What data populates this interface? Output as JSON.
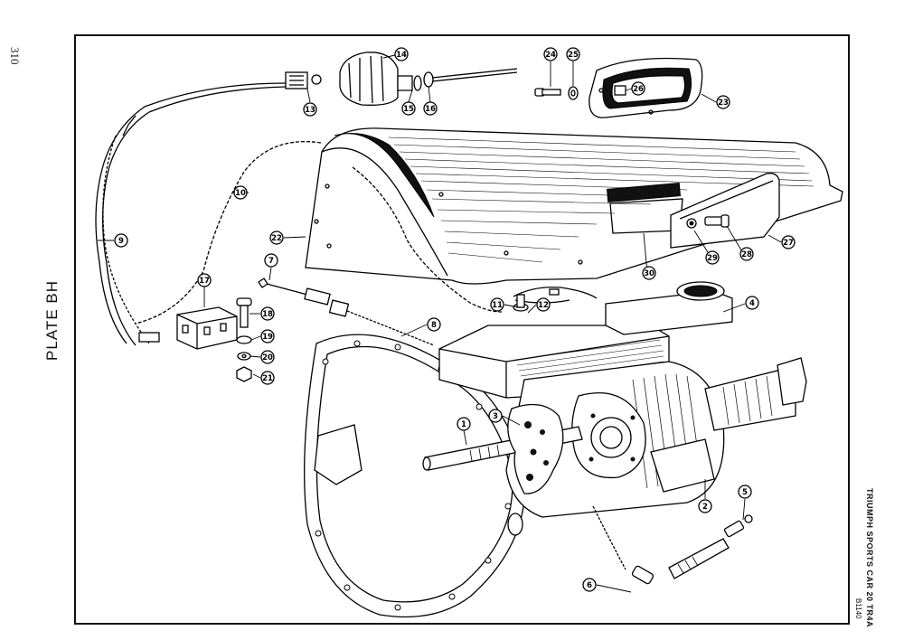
{
  "page": {
    "page_number": "310",
    "plate_title": "PLATE BH",
    "book_title": "TRIUMPH SPORTS CAR 20 TR4A",
    "ref_code": "B1140"
  },
  "callouts": [
    "1",
    "2",
    "3",
    "4",
    "5",
    "6",
    "7",
    "8",
    "9",
    "10",
    "11",
    "12",
    "13",
    "14",
    "15",
    "16",
    "17",
    "18",
    "19",
    "20",
    "21",
    "22",
    "23",
    "24",
    "25",
    "26",
    "27",
    "28",
    "29",
    "30"
  ]
}
